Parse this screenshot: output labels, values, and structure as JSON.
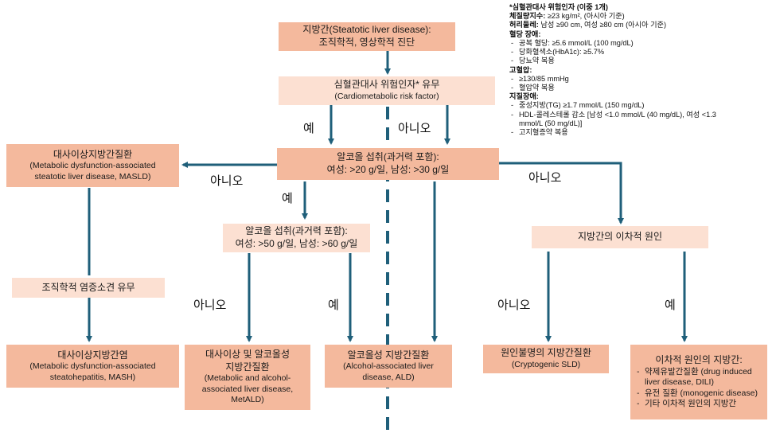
{
  "boxes": {
    "slid": {
      "line1": "지방간(Steatotic liver disease):",
      "line2": "조직학적, 영상학적 진단"
    },
    "cmrf": {
      "line1": "심혈관대사 위험인자* 유무",
      "line2": "(Cardiometabolic risk factor)"
    },
    "alc1": {
      "line1": "알코올 섭취(과거력 포함):",
      "line2": "여성: >20 g/일, 남성: >30 g/일"
    },
    "masld": {
      "line1": "대사이상지방간질환",
      "line2": "(Metabolic dysfunction-associated",
      "line3": "steatotic liver disease, MASLD)"
    },
    "alc2": {
      "line1": "알코올 섭취(과거력 포함):",
      "line2": "여성: >50 g/일, 남성: >60 g/일"
    },
    "secondary": {
      "line1": "지방간의 이차적 원인"
    },
    "histo": {
      "line1": "조직학적 염증소견 유무"
    },
    "mash": {
      "line1": "대사이상지방간염",
      "line2": "(Metabolic dysfunction-associated",
      "line3": "steatohepatitis, MASH)"
    },
    "metald": {
      "line1": "대사이상 및 알코올성",
      "line2": "지방간질환",
      "line3": "(Metabolic and alcohol-",
      "line4": "associated liver disease,",
      "line5": "MetALD)"
    },
    "ald": {
      "line1": "알코올성 지방간질환",
      "line2": "(Alcohol-associated liver",
      "line3": "disease, ALD)"
    },
    "crypto": {
      "line1": "원인불명의 지방간질환",
      "line2": "(Cryptogenic SLD)"
    },
    "secslid": {
      "title": "이차적 원인의 지방간:",
      "items": [
        "약제유발간질환 (drug induced liver disease, DILI)",
        "유전 질환 (monogenic disease)",
        "기타 이차적 원인의 지방간"
      ]
    }
  },
  "labels": {
    "yes": "예",
    "no": "아니오"
  },
  "criteria": {
    "title": "*심혈관대사 위험인자 (이중 1개)",
    "bmi_label": "체질량지수:",
    "bmi_value": " ≥23 kg/m², (아시아 기준)",
    "waist_label": "허리둘레:",
    "waist_value": " 남성 ≥90 cm, 여성 ≥80 cm (아시아 기준)",
    "glucose_label": "혈당 장애:",
    "glucose_items": [
      "공복 혈당: ≥5.6 mmol/L (100 mg/dL)",
      "당화혈색소(HbA1c): ≥5.7%",
      "당뇨약 복용"
    ],
    "bp_label": "고혈압:",
    "bp_items": [
      "≥130/85 mmHg",
      "혈압약 복용"
    ],
    "lipid_label": "지질장애:",
    "lipid_items": [
      "중성지방(TG) ≥1.7 mmol/L (150 mg/dL)",
      "HDL-콜레스테롤 감소 [남성 <1.0 mmol/L (40 mg/dL), 여성 <1.3",
      "고지혈증약 복용"
    ],
    "lipid_item2_cont": "mmol/L (50 mg/dL)]"
  },
  "colors": {
    "dark_box": "#f4b99d",
    "light_box": "#fce0d2",
    "arrow": "#1f5f7a"
  }
}
